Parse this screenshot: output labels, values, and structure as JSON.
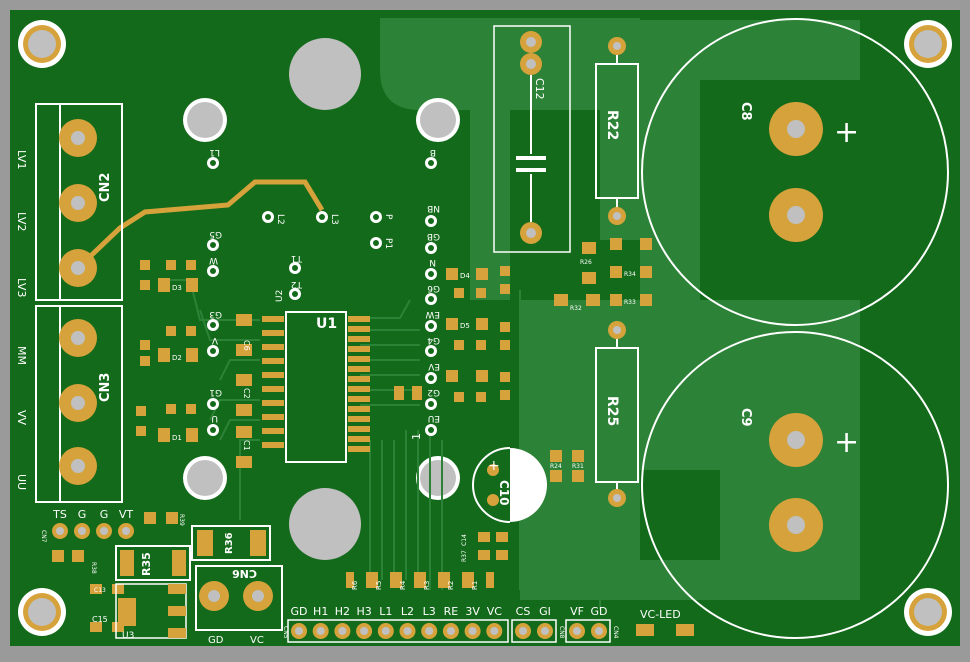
{
  "colors": {
    "background": "#9a9a9a",
    "board": "#136a1a",
    "pour": "#2c8236",
    "copper": "#d6a23b",
    "silk": "#ffffff",
    "hole": "#c0c0c0"
  },
  "labels": {
    "u1": "U1",
    "cn2": "CN2",
    "cn3": "CN3",
    "cn6": "CN6",
    "c8": "C8",
    "c9": "C9",
    "c10": "C10",
    "c12": "C12",
    "r22": "R22",
    "r25": "R25",
    "r35": "R35",
    "r36": "R36",
    "u3": "U3",
    "u2": "U2",
    "lv1": "LV1",
    "lv2": "LV2",
    "lv3": "LV3",
    "mm": "MM",
    "vv": "VV",
    "uu": "UU",
    "pin1": "1",
    "c1": "C1",
    "c2": "C2",
    "c6": "C6",
    "c13": "C13",
    "c14": "C14",
    "c15": "C15",
    "cn7": "CN7",
    "cn5": "CN5",
    "cn8": "CN8",
    "cn4": "CN4",
    "d1": "D1",
    "d2": "D2",
    "d3": "D3",
    "d4": "D4",
    "d5": "D5",
    "r24": "R24",
    "r26": "R26",
    "r31": "R31",
    "r32": "R32",
    "r33": "R33",
    "r34": "R34",
    "r37": "R37",
    "r38": "R38",
    "r39": "R39"
  },
  "net_labels": {
    "l1": "L1",
    "l2": "L2",
    "l3": "L3",
    "p": "P",
    "p1": "P1",
    "b": "B",
    "nb": "NB",
    "gb": "GB",
    "n": "N",
    "g6": "G6",
    "ew": "EW",
    "g4": "G4",
    "ev": "EV",
    "g2": "G2",
    "eu": "EU",
    "g5": "G5",
    "w": "W",
    "g3": "G3",
    "v": "V",
    "g1": "G1",
    "u": "U",
    "t1": "T1",
    "t2": "T2"
  },
  "header_labels": [
    "GD",
    "H1",
    "H2",
    "H3",
    "L1",
    "L2",
    "L3",
    "RE",
    "3V",
    "VC"
  ],
  "header2_labels": [
    "CS",
    "GI"
  ],
  "header3_labels": [
    "VF",
    "GD"
  ],
  "header4_label": "VC-LED",
  "top_left_labels": [
    "TS",
    "G",
    "G",
    "VT"
  ],
  "resistor_row": [
    "R6",
    "R5",
    "R4",
    "R3",
    "R2",
    "R1"
  ],
  "cn6_pins": [
    "GD",
    "VC"
  ],
  "polarity_plus": "+"
}
